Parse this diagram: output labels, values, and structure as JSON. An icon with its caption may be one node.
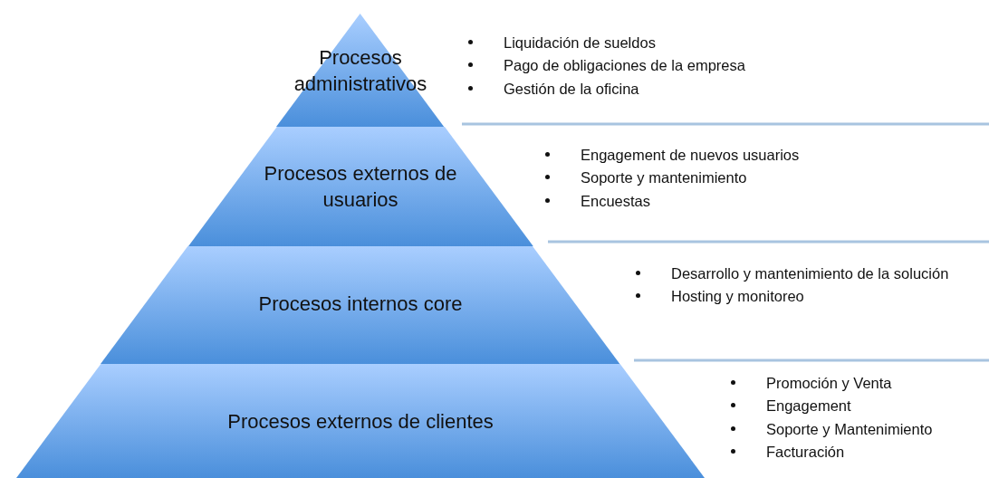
{
  "diagram": {
    "nodes": [
      {
        "text": [
          "Procesos administrativos"
        ],
        "beside": [
          "Liquidación de sueldos",
          "Pago de obligaciones de la empresa",
          "Gestión de la oficina"
        ]
      },
      {
        "text": [
          "Procesos externos de usuarios"
        ],
        "beside": [
          "Engagement de nuevos usuarios",
          "Soporte y mantenimiento",
          "Encuestas"
        ]
      },
      {
        "text": [
          "Procesos internos core"
        ],
        "beside": [
          "Desarrollo y mantenimiento de la solución",
          "Hosting y monitoreo"
        ]
      },
      {
        "text": [
          "Procesos externos de clientes"
        ],
        "beside": [
          "Promoción y Venta",
          "Engagement",
          "Soporte y Mantenimiento",
          "Facturación"
        ]
      }
    ]
  }
}
